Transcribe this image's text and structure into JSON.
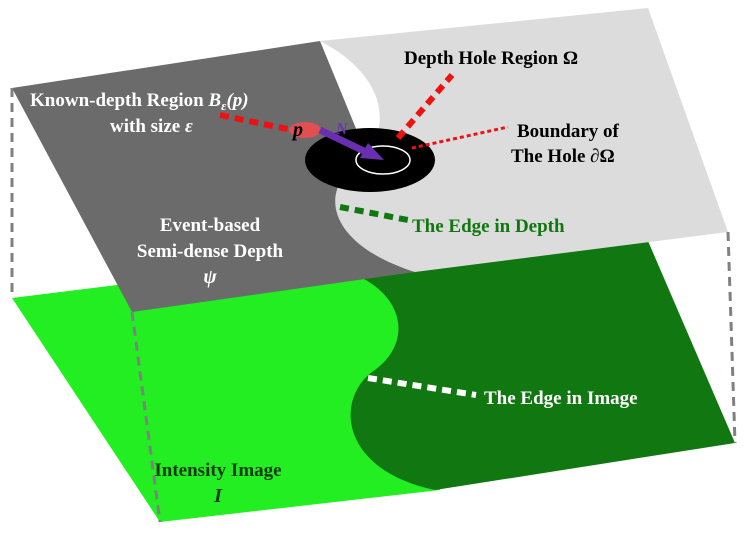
{
  "labels": {
    "depth_hole": "Depth Hole Region Ω",
    "known_depth_line1_text": "Known-depth Region ",
    "known_depth_line1_math": "B",
    "known_depth_line1_sub": "ε",
    "known_depth_line1_arg": "(p)",
    "known_depth_line2_text": "with size ",
    "known_depth_line2_math": "ε",
    "point_p": "p",
    "normal_n": "N",
    "boundary_line1": "Boundary of",
    "boundary_line2": "The Hole ∂Ω",
    "semi_dense_line1": "Event-based",
    "semi_dense_line2": "Semi-dense Depth",
    "semi_dense_symbol": "ψ",
    "edge_depth": "The Edge in Depth",
    "edge_image": "The Edge in Image",
    "intensity_line1": "Intensity Image",
    "intensity_symbol": "I"
  },
  "colors": {
    "depth_known": "#6b6b6b",
    "depth_hole_plane": "#dcdcdc",
    "image_bright": "#22ee22",
    "image_dark": "#117711",
    "hole_disc": "#000000",
    "point_marker": "#e05050",
    "normal_arrow": "#6a2fb0",
    "red_dash": "#ee1111",
    "green_dash": "#117711",
    "connector": "#808080",
    "label_white": "#ffffff",
    "label_black": "#000000",
    "label_green": "#117711"
  }
}
